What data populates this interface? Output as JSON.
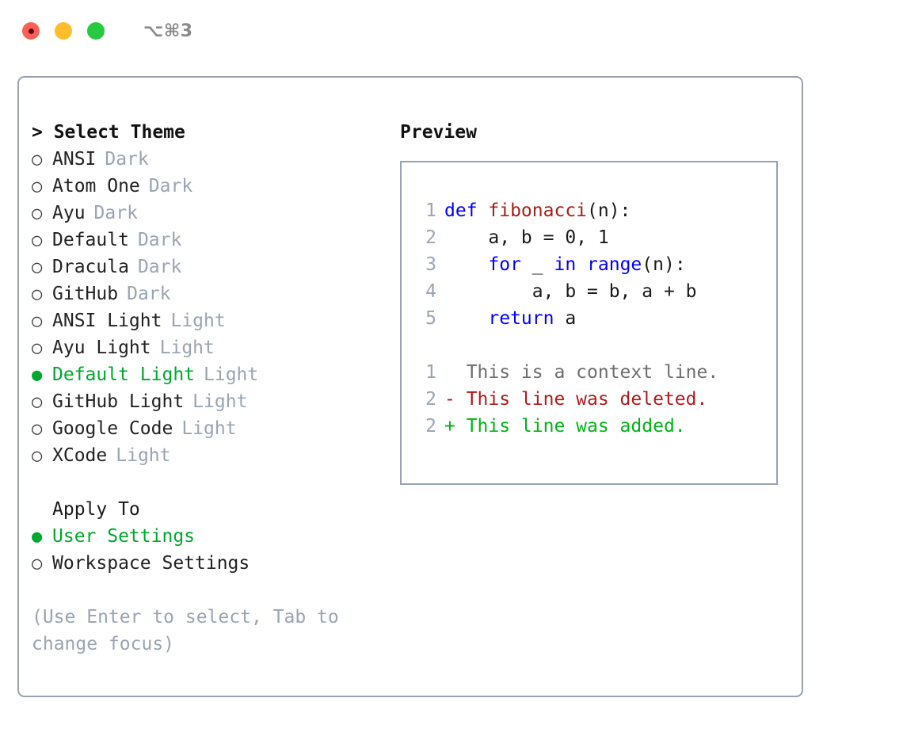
{
  "window": {
    "shortcut": "⌥⌘3",
    "traffic_lights": [
      {
        "name": "close",
        "color": "#ff5f56"
      },
      {
        "name": "minimize",
        "color": "#ffbd2e"
      },
      {
        "name": "maximize",
        "color": "#27c93f"
      }
    ]
  },
  "theme_panel": {
    "heading": "> Select Theme",
    "options": [
      {
        "bullet": "○",
        "label": "ANSI",
        "category": "Dark",
        "selected": false
      },
      {
        "bullet": "○",
        "label": "Atom One",
        "category": "Dark",
        "selected": false
      },
      {
        "bullet": "○",
        "label": "Ayu",
        "category": "Dark",
        "selected": false
      },
      {
        "bullet": "○",
        "label": "Default",
        "category": "Dark",
        "selected": false
      },
      {
        "bullet": "○",
        "label": "Dracula",
        "category": "Dark",
        "selected": false
      },
      {
        "bullet": "○",
        "label": "GitHub",
        "category": "Dark",
        "selected": false
      },
      {
        "bullet": "○",
        "label": "ANSI Light",
        "category": "Light",
        "selected": false
      },
      {
        "bullet": "○",
        "label": "Ayu Light",
        "category": "Light",
        "selected": false
      },
      {
        "bullet": "●",
        "label": "Default Light",
        "category": "Light",
        "selected": true
      },
      {
        "bullet": "○",
        "label": "GitHub Light",
        "category": "Light",
        "selected": false
      },
      {
        "bullet": "○",
        "label": "Google Code",
        "category": "Light",
        "selected": false
      },
      {
        "bullet": "○",
        "label": "XCode",
        "category": "Light",
        "selected": false
      }
    ]
  },
  "apply_to": {
    "heading": "Apply To",
    "options": [
      {
        "bullet": "●",
        "label": "User Settings",
        "selected": true
      },
      {
        "bullet": "○",
        "label": "Workspace Settings",
        "selected": false
      }
    ]
  },
  "hint": "(Use Enter to select, Tab to change focus)",
  "preview": {
    "heading": "Preview",
    "code_lines": [
      {
        "num": "1",
        "tokens": [
          {
            "t": "def ",
            "c": "kw"
          },
          {
            "t": "fibonacci",
            "c": "fn"
          },
          {
            "t": "(n):",
            "c": "plain"
          }
        ]
      },
      {
        "num": "2",
        "tokens": [
          {
            "t": "    a, b = 0, 1",
            "c": "plain"
          }
        ]
      },
      {
        "num": "3",
        "tokens": [
          {
            "t": "    ",
            "c": "plain"
          },
          {
            "t": "for",
            "c": "kw"
          },
          {
            "t": " _ ",
            "c": "plain"
          },
          {
            "t": "in",
            "c": "kw"
          },
          {
            "t": " ",
            "c": "plain"
          },
          {
            "t": "range",
            "c": "kw"
          },
          {
            "t": "(n):",
            "c": "plain"
          }
        ]
      },
      {
        "num": "4",
        "tokens": [
          {
            "t": "        a, b = b, a + b",
            "c": "plain"
          }
        ]
      },
      {
        "num": "5",
        "tokens": [
          {
            "t": "    ",
            "c": "plain"
          },
          {
            "t": "return",
            "c": "kw"
          },
          {
            "t": " a",
            "c": "plain"
          }
        ]
      }
    ],
    "diff_lines": [
      {
        "num": "1",
        "text": "  This is a context line.",
        "kind": "ctx"
      },
      {
        "num": "2",
        "text": "- This line was deleted.",
        "kind": "del"
      },
      {
        "num": "2",
        "text": "+ This line was added.",
        "kind": "add"
      }
    ]
  },
  "colors": {
    "accent_green": "#00a82d",
    "muted_gray": "#9aa4b2",
    "border": "#96a2b3",
    "keyword_blue": "#0000ff",
    "function_red": "#a52019",
    "diff_add_green": "#00b515",
    "diff_del_red": "#b21a1a"
  }
}
